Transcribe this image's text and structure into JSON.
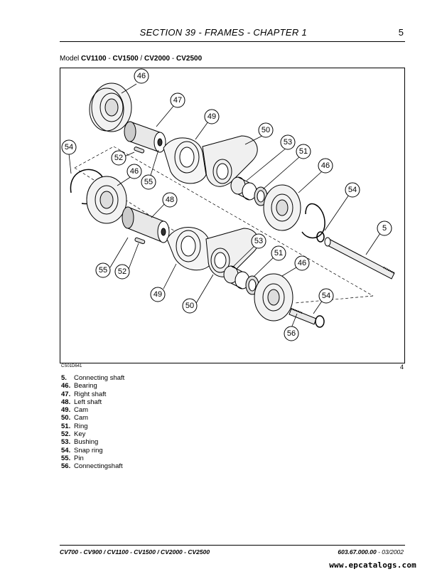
{
  "header": {
    "title": "SECTION 39 - FRAMES - CHAPTER 1",
    "page": "5"
  },
  "model_line": {
    "prefix": "Model ",
    "m1": "CV1100",
    "sep1": " - ",
    "m2": "CV1500",
    "sep2": " / ",
    "m3": "CV2000",
    "sep3": " - ",
    "m4": "CV2500"
  },
  "figure": {
    "code": "CS01D641",
    "number": "4",
    "callouts": [
      "46",
      "47",
      "49",
      "50",
      "54",
      "52",
      "46",
      "55",
      "53",
      "51",
      "46",
      "48",
      "54",
      "5",
      "53",
      "51",
      "55",
      "52",
      "49",
      "46",
      "50",
      "54",
      "56"
    ]
  },
  "legend": [
    {
      "num": "5.",
      "label": "Connecting shaft"
    },
    {
      "num": "46.",
      "label": "Bearing"
    },
    {
      "num": "47.",
      "label": "Right shaft"
    },
    {
      "num": "48.",
      "label": "Left shaft"
    },
    {
      "num": "49.",
      "label": "Cam"
    },
    {
      "num": "50.",
      "label": "Cam"
    },
    {
      "num": "51.",
      "label": "Ring"
    },
    {
      "num": "52.",
      "label": "Key"
    },
    {
      "num": "53.",
      "label": "Bushing"
    },
    {
      "num": "54.",
      "label": "Snap ring"
    },
    {
      "num": "55.",
      "label": "Pin"
    },
    {
      "num": "56.",
      "label": "Connectingshaft"
    }
  ],
  "footer": {
    "models": "CV700 - CV900 / CV1100 - CV1500 / CV2000 - CV2500",
    "doc_number": "603.67.000.00",
    "doc_date": " - 03/2002"
  },
  "watermark": "www.epcatalogs.com"
}
